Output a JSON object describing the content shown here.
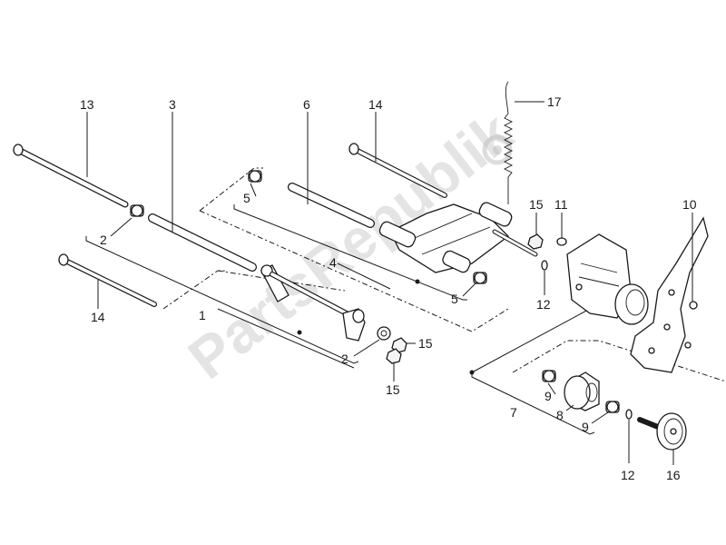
{
  "watermark": {
    "text": "PartsRepublik",
    "icon": "gear-icon"
  },
  "callouts": {
    "c1": "1",
    "c2a": "2",
    "c2b": "2",
    "c3": "3",
    "c4": "4",
    "c5a": "5",
    "c5b": "5",
    "c6": "6",
    "c7": "7",
    "c8": "8",
    "c9a": "9",
    "c9b": "9",
    "c10": "10",
    "c11": "11",
    "c12a": "12",
    "c12b": "12",
    "c13": "13",
    "c14a": "14",
    "c14b": "14",
    "c15a": "15",
    "c15b": "15",
    "c15c": "15",
    "c16": "16",
    "c17": "17"
  }
}
